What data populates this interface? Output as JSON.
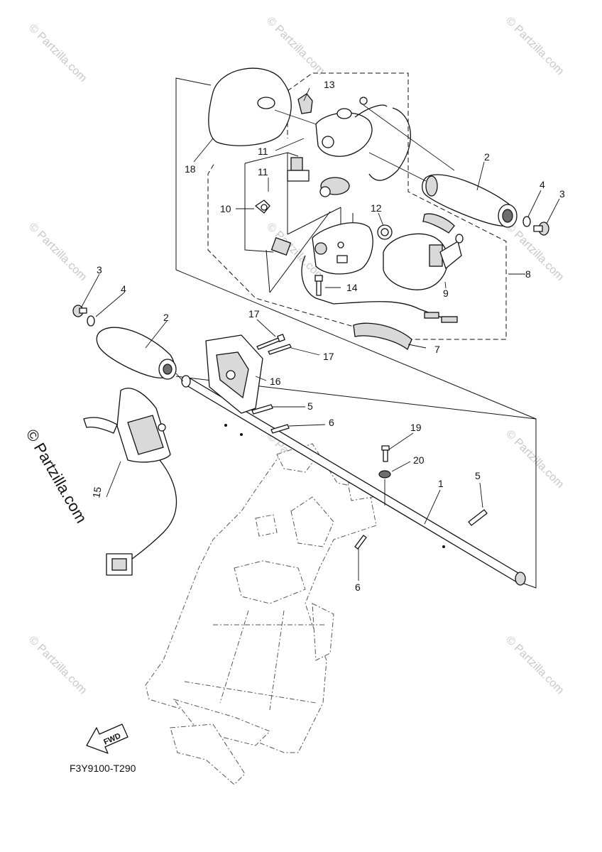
{
  "diagram": {
    "watermark": "© Partzilla.com",
    "drawing_code": "F3Y9100-T290",
    "fwd_label": "FWD",
    "callouts": [
      {
        "id": "c18",
        "label": "18"
      },
      {
        "id": "c13",
        "label": "13"
      },
      {
        "id": "c2a",
        "label": "2"
      },
      {
        "id": "c4a",
        "label": "4"
      },
      {
        "id": "c3a",
        "label": "3"
      },
      {
        "id": "c11a",
        "label": "11"
      },
      {
        "id": "c11b",
        "label": "11"
      },
      {
        "id": "c10",
        "label": "10"
      },
      {
        "id": "c12",
        "label": "12"
      },
      {
        "id": "c8",
        "label": "8"
      },
      {
        "id": "c9",
        "label": "9"
      },
      {
        "id": "c14",
        "label": "14"
      },
      {
        "id": "c3b",
        "label": "3"
      },
      {
        "id": "c4b",
        "label": "4"
      },
      {
        "id": "c2b",
        "label": "2"
      },
      {
        "id": "c17a",
        "label": "17"
      },
      {
        "id": "c17b",
        "label": "17"
      },
      {
        "id": "c7",
        "label": "7"
      },
      {
        "id": "c16",
        "label": "16"
      },
      {
        "id": "c5a",
        "label": "5"
      },
      {
        "id": "c6a",
        "label": "6"
      },
      {
        "id": "c19",
        "label": "19"
      },
      {
        "id": "c20",
        "label": "20"
      },
      {
        "id": "c1",
        "label": "1"
      },
      {
        "id": "c5b",
        "label": "5"
      },
      {
        "id": "c15",
        "label": "15"
      },
      {
        "id": "c6b",
        "label": "6"
      }
    ]
  }
}
